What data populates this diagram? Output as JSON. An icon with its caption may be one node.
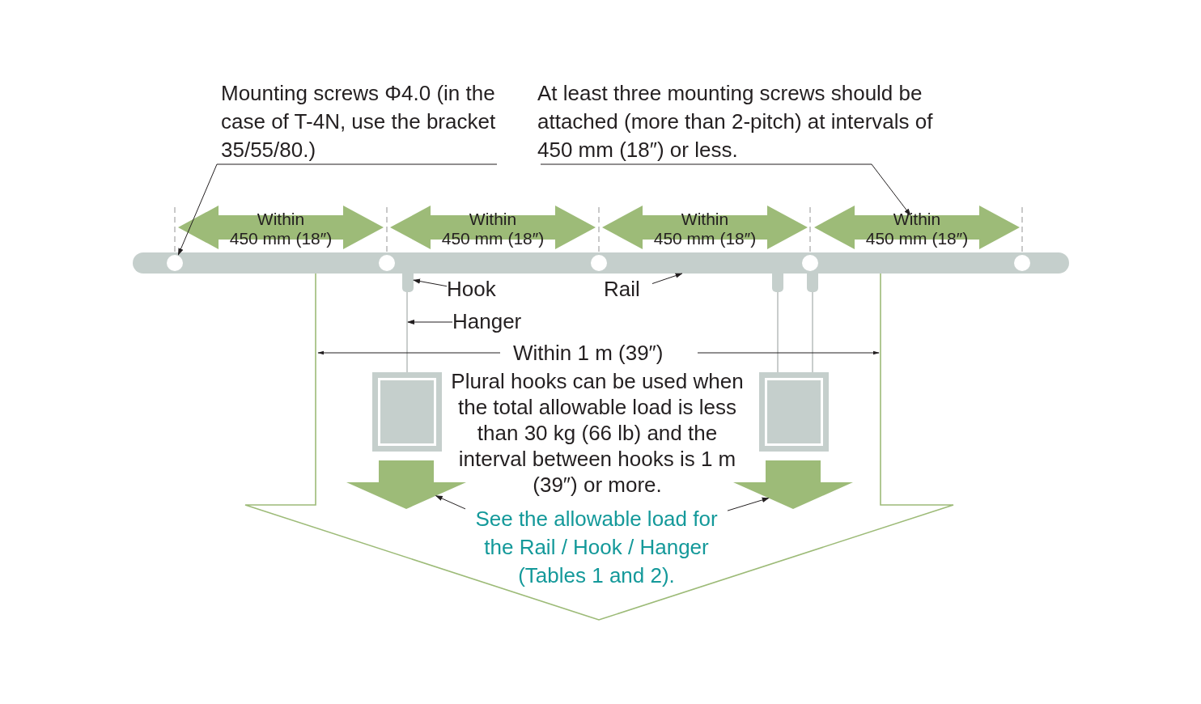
{
  "diagram": {
    "nodes": [
      {
        "text": [
          "Mounting screws Φ4.0 (in the case of T-4N, use the bracket 35/55/80.)"
        ]
      },
      {
        "text": [
          "At least three mounting screws should be attached (more than 2-pitch) at intervals of 450 mm (18″) or less."
        ]
      },
      {
        "text": [],
        "shape": "bar"
      },
      {
        "text": [],
        "shape": "circle",
        "in": 2
      },
      {
        "text": [],
        "shape": "circle",
        "in": 2
      },
      {
        "text": [],
        "shape": "circle",
        "in": 2
      },
      {
        "text": [],
        "shape": "circle",
        "in": 2
      },
      {
        "text": [],
        "shape": "circle",
        "in": 2
      },
      {
        "text": [
          "Within",
          "450 mm (18″)"
        ]
      },
      {
        "text": [
          "Within",
          "450 mm (18″)"
        ]
      },
      {
        "text": [
          "Within",
          "450 mm (18″)"
        ]
      },
      {
        "text": [
          "Within",
          "450 mm (18″)"
        ]
      },
      {
        "text": [
          "Hook"
        ],
        "in": 23
      },
      {
        "text": [],
        "shape": "bar",
        "in": 23
      },
      {
        "text": [],
        "shape": "bar",
        "in": 23
      },
      {
        "text": [],
        "shape": "bar",
        "in": 23
      },
      {
        "text": [
          "Rail"
        ],
        "in": 23
      },
      {
        "text": [
          "Hanger"
        ],
        "in": 23
      },
      {
        "text": [],
        "shape": "line",
        "in": 23
      },
      {
        "text": [],
        "shape": "line",
        "in": 23
      },
      {
        "text": [],
        "shape": "line",
        "in": 23
      },
      {
        "text": [],
        "shape": "box",
        "in": 23
      },
      {
        "text": [],
        "shape": "box",
        "in": 23
      },
      {
        "text": [],
        "shape": "arrow"
      },
      {
        "text": [
          "Plural hooks can be used when the total allowable load is less than 30 kg (66 lb) and the interval between hooks is 1 m (39″) or more."
        ],
        "in": 23
      },
      {
        "text": [
          "See the allowable load for the Rail / Hook / Hanger (Tables 1 and 2)."
        ],
        "in": 23
      },
      {
        "text": [],
        "shape": "arrow",
        "in": 23
      },
      {
        "text": [],
        "shape": "arrow",
        "in": 23
      }
    ],
    "edges": [
      {
        "from": 0,
        "to": 3,
        "arrow": "to"
      },
      {
        "from": 1,
        "to": 11,
        "arrow": "to"
      },
      {
        "from": 12,
        "to": 13,
        "arrow": "to"
      },
      {
        "from": 16,
        "to": 2,
        "arrow": "to"
      },
      {
        "from": 17,
        "to": 18,
        "arrow": "to"
      },
      {
        "from": 25,
        "to": 26,
        "arrow": "to"
      },
      {
        "from": 25,
        "to": 27,
        "arrow": "to"
      }
    ],
    "labels": [
      "Within 1 m (39″)"
    ]
  }
}
